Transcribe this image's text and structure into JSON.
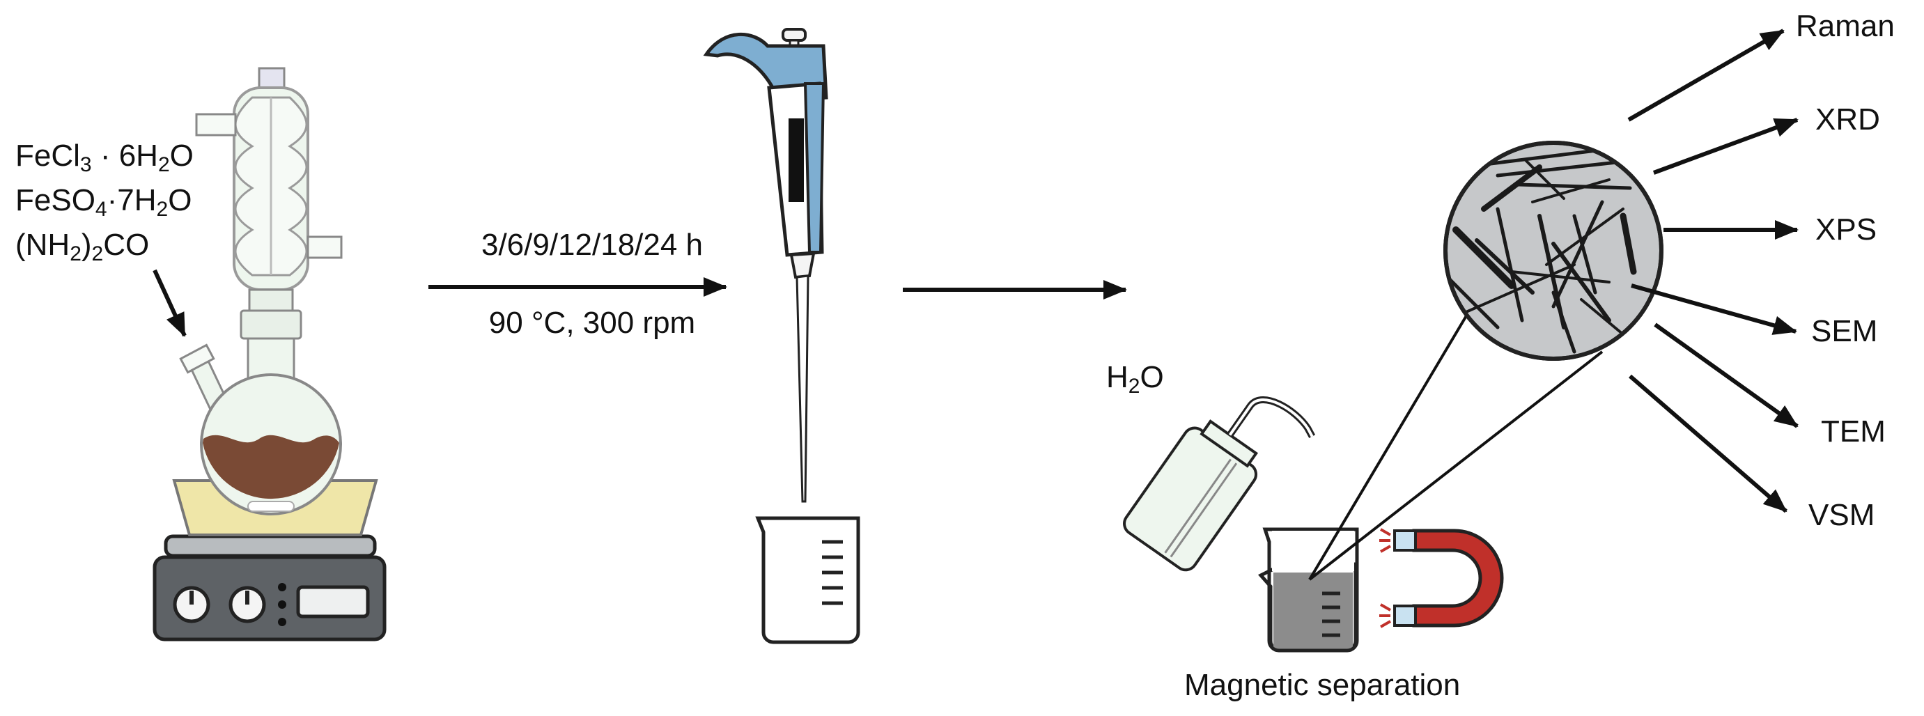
{
  "reagents": {
    "line1": {
      "a": "FeCl",
      "b": "3",
      "c": " · 6H",
      "d": "2",
      "e": "O"
    },
    "line2": {
      "a": "FeSO",
      "b": "4",
      "c": "·7H",
      "d": "2",
      "e": "O"
    },
    "line3": {
      "a": "(NH",
      "b": "2",
      "c": ")",
      "d": "2",
      "e": "CO"
    }
  },
  "conditions": {
    "times": "3/6/9/12/18/24 h",
    "temp_speed": "90 °C, 300 rpm"
  },
  "water": {
    "a": "H",
    "b": "2",
    "c": "O"
  },
  "separation_label": "Magnetic separation",
  "techniques": [
    "Raman",
    "XRD",
    "XPS",
    "SEM",
    "TEM",
    "VSM"
  ],
  "colors": {
    "mixture_brown": "#7a4a35",
    "oil_bath_yellow": "#efe6a8",
    "pipette_blue": "#7eaed1",
    "magnet_red": "#c0302a",
    "magnet_tip_blue": "#c9e2f1",
    "beaker_liquid_gray": "#8c8c8c",
    "glass_tint": "#eef6ee",
    "hotplate_gray": "#5e6266"
  },
  "icons": [
    "reflux-condenser-icon",
    "round-bottom-flask-icon",
    "hotplate-stirrer-icon",
    "micropipette-icon",
    "beaker-icon",
    "wash-bottle-icon",
    "horseshoe-magnet-icon",
    "nanorod-magnifier-icon"
  ]
}
